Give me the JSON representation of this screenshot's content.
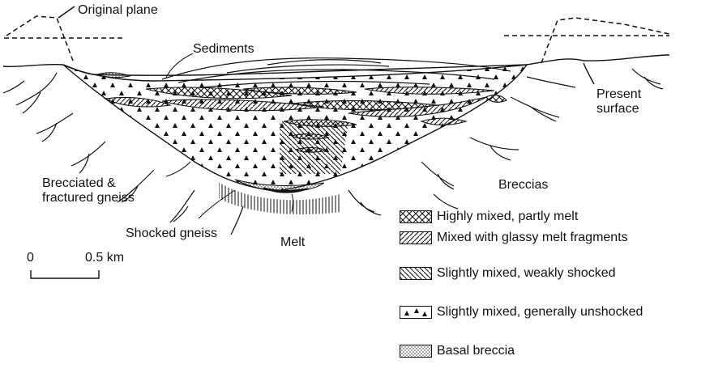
{
  "labels": {
    "original_plane": "Original plane",
    "sediments": "Sediments",
    "present_surface": "Present\nsurface",
    "brecciated": "Brecciated &\nfractured gneiss",
    "shocked_gneiss": "Shocked gneiss",
    "melt": "Melt",
    "breccias": "Breccias"
  },
  "scale_bar": {
    "zero": "0",
    "end": "0.5 km"
  },
  "legend": [
    {
      "pattern": "crosshatch",
      "label": "Highly mixed, partly melt"
    },
    {
      "pattern": "diagonal-forward",
      "label": "Mixed with glassy melt fragments"
    },
    {
      "pattern": "diagonal-back",
      "label": "Slightly mixed, weakly shocked"
    },
    {
      "pattern": "triangles",
      "label": "Slightly mixed, generally unshocked"
    },
    {
      "pattern": "dots",
      "label": "Basal breccia"
    }
  ]
}
